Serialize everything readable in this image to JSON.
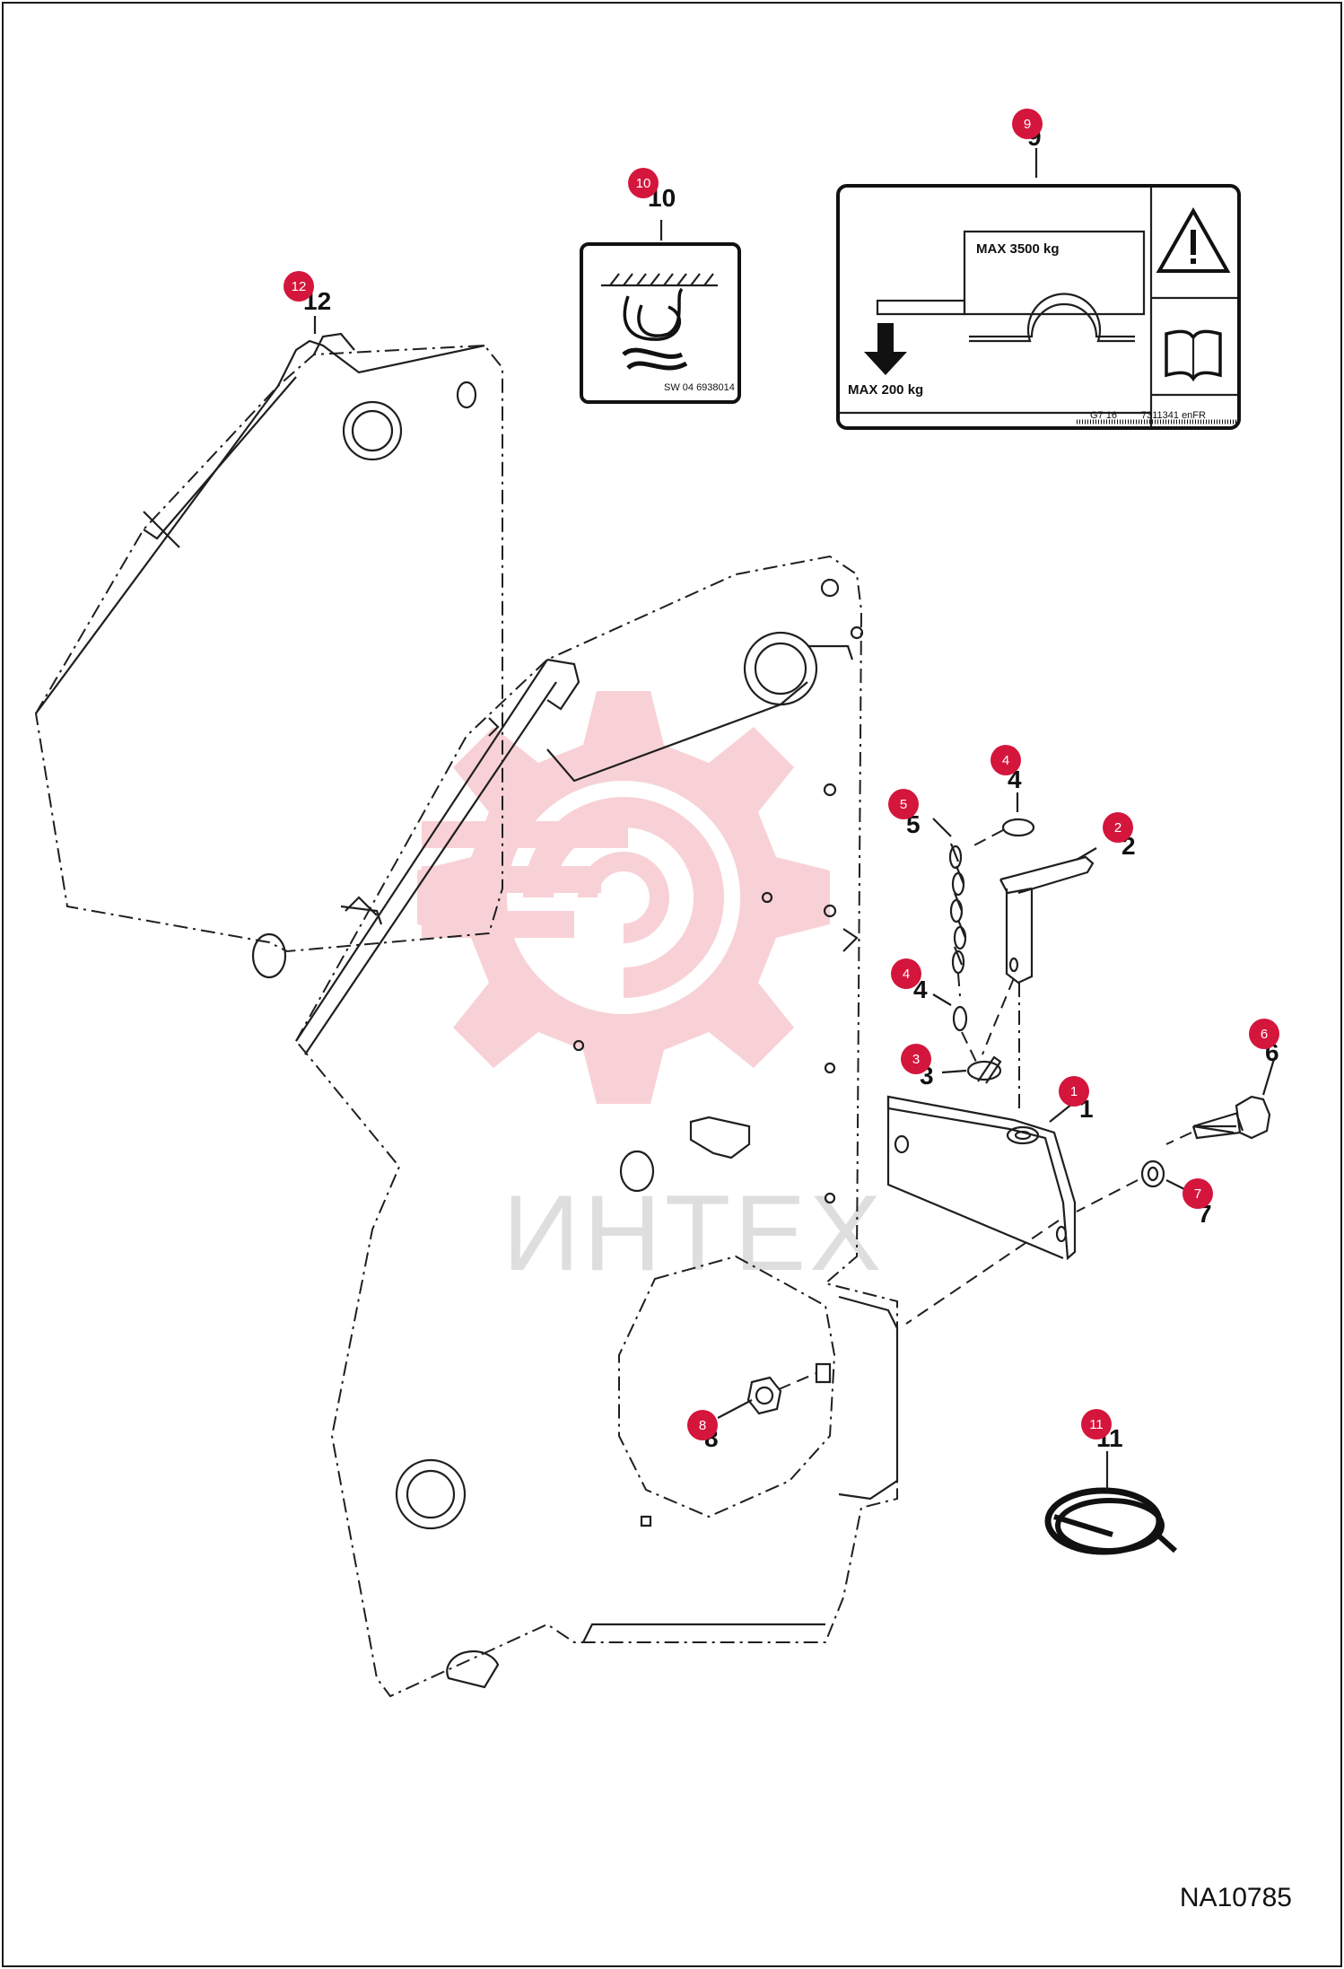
{
  "figure_id": "NA10785",
  "watermark": "ИНТЕХ",
  "colors": {
    "callout": "#d4163c",
    "watermark_shape": "#f7c9cf",
    "watermark_text": "#d9d9d9",
    "line": "#1f1f1f"
  },
  "decal_9": {
    "max_load": "MAX 3500 kg",
    "max_tongue": "MAX 200 kg",
    "code": "G7 16",
    "part_code": "7311341 enFR",
    "icons": [
      "warning-triangle-icon",
      "manual-book-icon",
      "down-arrow-icon"
    ]
  },
  "decal_10": {
    "code": "SW 04 6938014"
  },
  "parts": [
    {
      "id": "1",
      "name": "hitch-plate"
    },
    {
      "id": "2",
      "name": "pin"
    },
    {
      "id": "3",
      "name": "lynch-pin"
    },
    {
      "id": "4",
      "name": "ring"
    },
    {
      "id": "5",
      "name": "chain"
    },
    {
      "id": "6",
      "name": "bolt"
    },
    {
      "id": "7",
      "name": "washer"
    },
    {
      "id": "8",
      "name": "nut"
    },
    {
      "id": "9",
      "name": "load-decal"
    },
    {
      "id": "10",
      "name": "lift-point-decal"
    },
    {
      "id": "11",
      "name": "hose-coil"
    },
    {
      "id": "12",
      "name": "side-panel"
    }
  ],
  "callouts": [
    {
      "id": "9",
      "label": "9"
    },
    {
      "id": "10",
      "label": "10"
    },
    {
      "id": "12",
      "label": "12"
    },
    {
      "id": "4a",
      "label": "4"
    },
    {
      "id": "5",
      "label": "5"
    },
    {
      "id": "2",
      "label": "2"
    },
    {
      "id": "4b",
      "label": "4"
    },
    {
      "id": "3",
      "label": "3"
    },
    {
      "id": "1",
      "label": "1"
    },
    {
      "id": "6",
      "label": "6"
    },
    {
      "id": "7",
      "label": "7"
    },
    {
      "id": "8",
      "label": "8"
    },
    {
      "id": "11",
      "label": "11"
    }
  ]
}
